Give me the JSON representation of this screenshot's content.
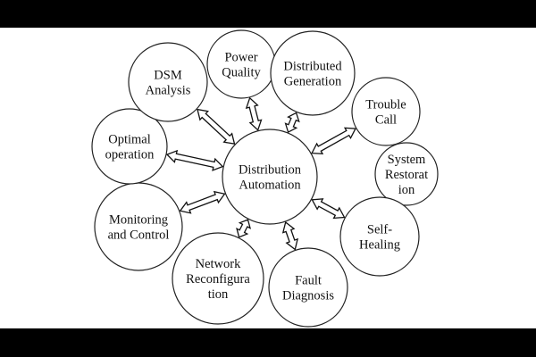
{
  "colors": {
    "frame": "#000000",
    "panel": "#ffffff",
    "stroke": "#222222",
    "text": "#111111"
  },
  "center": {
    "id": "center",
    "lines": [
      "Distribution",
      "Automation"
    ]
  },
  "nodes": [
    {
      "id": "power-quality",
      "lines": [
        "Power",
        "Quality"
      ]
    },
    {
      "id": "distributed-generation",
      "lines": [
        "Distributed",
        "Generation"
      ]
    },
    {
      "id": "trouble-call",
      "lines": [
        "Trouble",
        "Call"
      ]
    },
    {
      "id": "system-restoration",
      "lines": [
        "System",
        "Restorat",
        "ion"
      ]
    },
    {
      "id": "self-healing",
      "lines": [
        "Self-",
        "Healing"
      ]
    },
    {
      "id": "fault-diagnosis",
      "lines": [
        "Fault",
        "Diagnosis"
      ]
    },
    {
      "id": "network-reconfiguration",
      "lines": [
        "Network",
        "Reconfigura",
        "tion"
      ]
    },
    {
      "id": "monitoring-and-control",
      "lines": [
        "Monitoring",
        "and Control"
      ]
    },
    {
      "id": "optimal-operation",
      "lines": [
        "Optimal",
        "operation"
      ]
    },
    {
      "id": "dsm-analysis",
      "lines": [
        "DSM",
        "Analysis"
      ]
    }
  ],
  "edges": [
    {
      "from": "center",
      "to": "dsm-analysis"
    },
    {
      "from": "center",
      "to": "power-quality"
    },
    {
      "from": "center",
      "to": "distributed-generation"
    },
    {
      "from": "center",
      "to": "trouble-call"
    },
    {
      "from": "center",
      "to": "self-healing"
    },
    {
      "from": "center",
      "to": "fault-diagnosis"
    },
    {
      "from": "center",
      "to": "network-reconfiguration"
    },
    {
      "from": "center",
      "to": "monitoring-and-control"
    },
    {
      "from": "center",
      "to": "optimal-operation"
    }
  ]
}
